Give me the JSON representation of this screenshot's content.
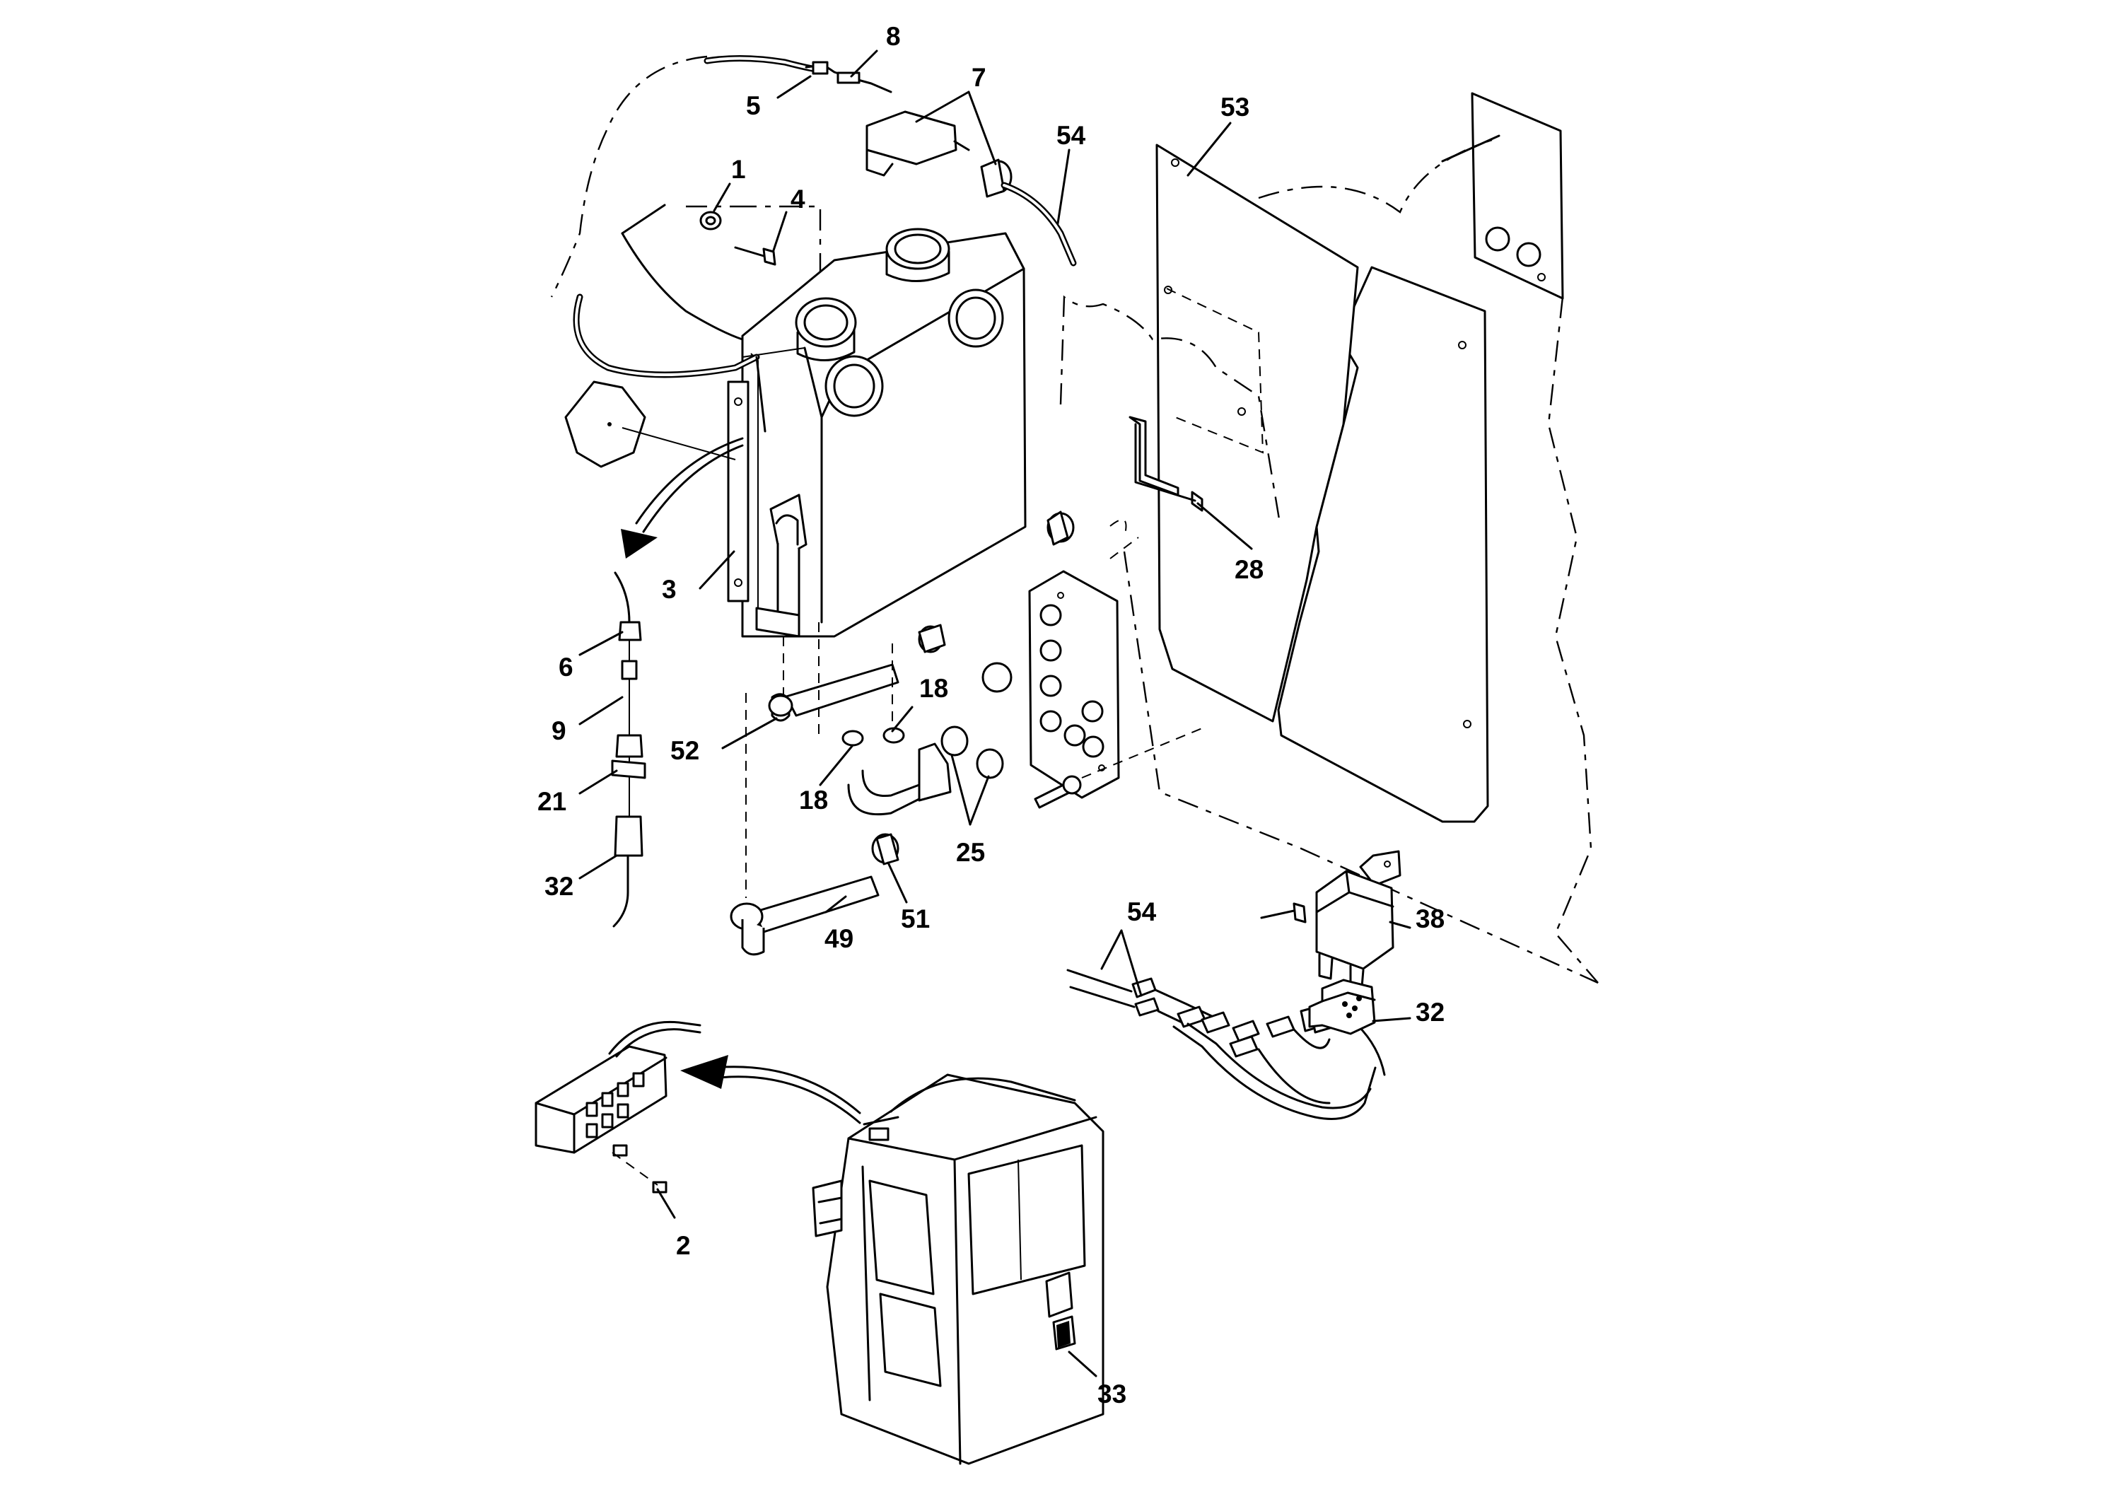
{
  "callouts": {
    "c1": "1",
    "c2": "2",
    "c3": "3",
    "c4": "4",
    "c5": "5",
    "c6": "6",
    "c7": "7",
    "c8": "8",
    "c9": "9",
    "c18a": "18",
    "c18b": "18",
    "c21": "21",
    "c25": "25",
    "c28": "28",
    "c32a": "32",
    "c32b": "32",
    "c33": "33",
    "c38": "38",
    "c49": "49",
    "c51": "51",
    "c52": "52",
    "c53": "53",
    "c54a": "54",
    "c54b": "54"
  }
}
